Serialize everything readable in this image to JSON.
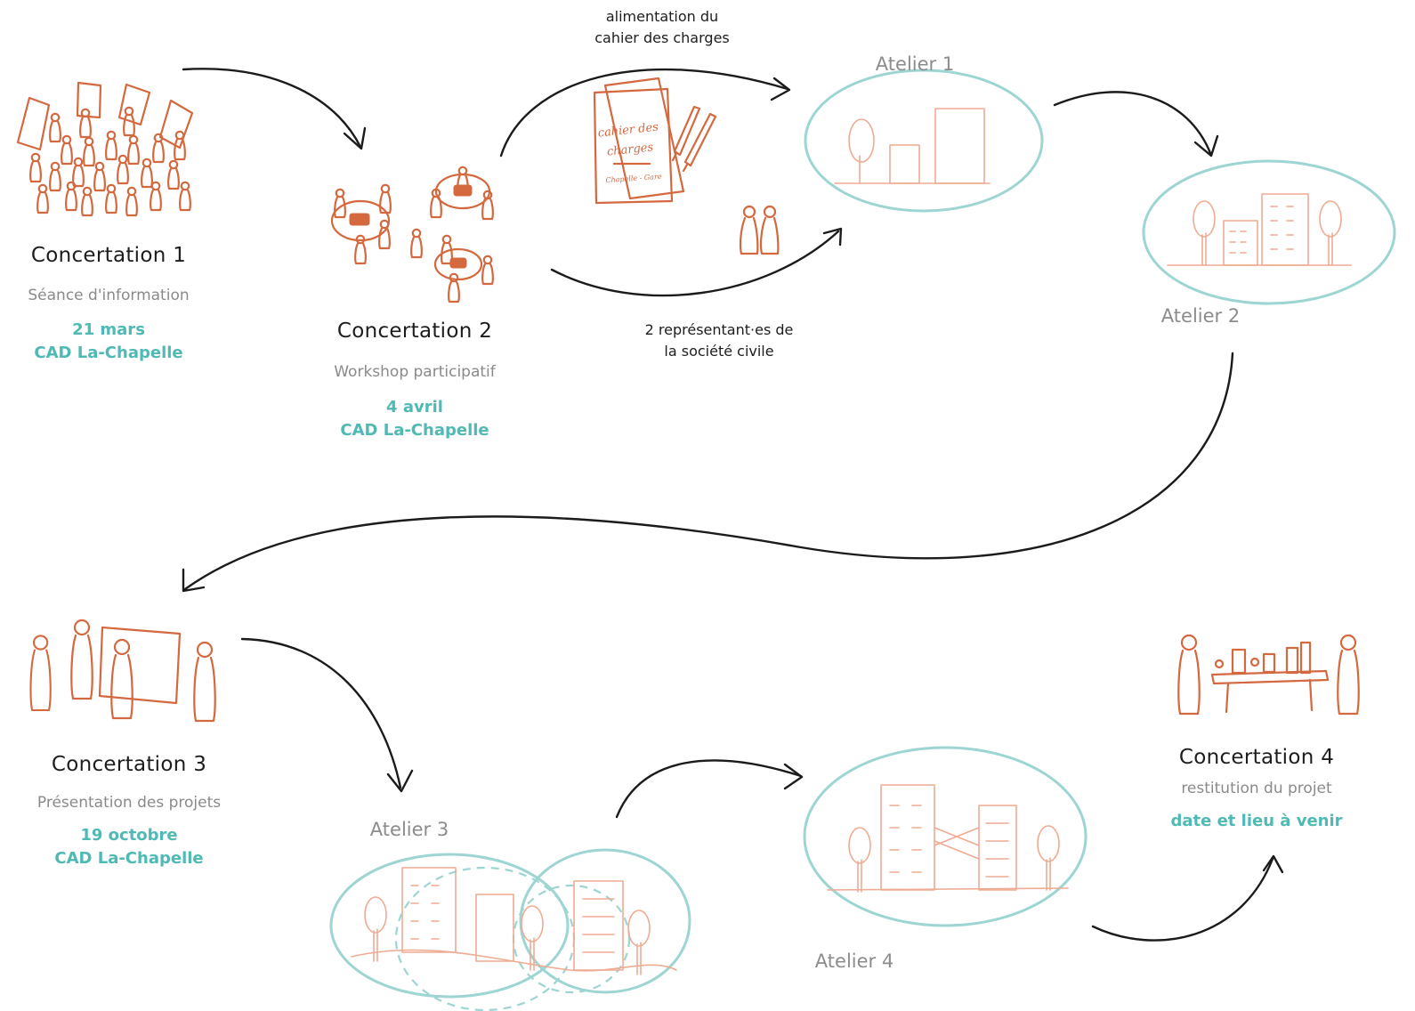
{
  "concertations": [
    {
      "title": "Concertation 1",
      "subtitle": "Séance d'information",
      "date": "21 mars",
      "place": "CAD La-Chapelle"
    },
    {
      "title": "Concertation 2",
      "subtitle": "Workshop participatif",
      "date": "4 avril",
      "place": "CAD La-Chapelle"
    },
    {
      "title": "Concertation 3",
      "subtitle": "Présentation des projets",
      "date": "19 octobre",
      "place": "CAD La-Chapelle"
    },
    {
      "title": "Concertation 4",
      "subtitle": "restitution du projet",
      "date_place": "date et lieu à venir"
    }
  ],
  "ateliers": [
    "Atelier 1",
    "Atelier 2",
    "Atelier 3",
    "Atelier 4"
  ],
  "annotations": {
    "cahier_line1": "alimentation du",
    "cahier_line2": "cahier des charges",
    "representants_line1": "2 représentant·es de",
    "representants_line2": "la société civile"
  },
  "document": {
    "line1": "cahier des",
    "line2": "charges",
    "footer": "Chapelle - Gare"
  },
  "colors": {
    "sketch_orange": "#d4683e",
    "sketch_pale": "#efab92",
    "teal": "#4fb9b4",
    "ellipse_teal": "#9dd5d2",
    "arrow": "#1b1b1b",
    "title_text": "#1d1d1d",
    "subtitle_text": "#8a8a8a"
  }
}
